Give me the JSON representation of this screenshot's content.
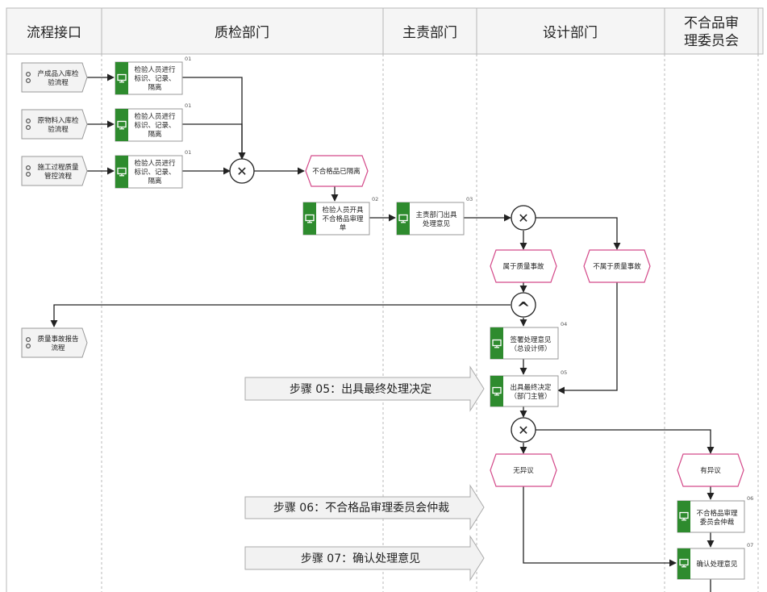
{
  "lanes": [
    {
      "id": "interface",
      "label": "流程接口"
    },
    {
      "id": "qc",
      "label": "质检部门"
    },
    {
      "id": "owner",
      "label": "主责部门"
    },
    {
      "id": "design",
      "label": "设计部门"
    },
    {
      "id": "review",
      "label_line1": "不合品审",
      "label_line2": "理委员会"
    }
  ],
  "interfaces": [
    {
      "id": "if1",
      "line1": "产成品入库检",
      "line2": "验流程"
    },
    {
      "id": "if2",
      "line1": "原物料入库检",
      "line2": "验流程"
    },
    {
      "id": "if3",
      "line1": "施工过程质量",
      "line2": "管控流程"
    },
    {
      "id": "if4",
      "line1": "质量事故报告",
      "line2": "流程"
    }
  ],
  "tasks": [
    {
      "id": "t1a",
      "number": "01",
      "lines": [
        "检验人员进行",
        "标识、记录、",
        "隔离"
      ]
    },
    {
      "id": "t1b",
      "number": "01",
      "lines": [
        "检验人员进行",
        "标识、记录、",
        "隔离"
      ]
    },
    {
      "id": "t1c",
      "number": "01",
      "lines": [
        "检验人员进行",
        "标识、记录、",
        "隔离"
      ]
    },
    {
      "id": "t2",
      "number": "02",
      "lines": [
        "检验人员开具",
        "不合格品审理",
        "单"
      ]
    },
    {
      "id": "t3",
      "number": "03",
      "lines": [
        "主责部门出具",
        "处理意见"
      ]
    },
    {
      "id": "t4",
      "number": "04",
      "lines": [
        "签署处理意见",
        "（总设计师）"
      ]
    },
    {
      "id": "t5",
      "number": "05",
      "lines": [
        "出具最终决定",
        "（部门主管）"
      ]
    },
    {
      "id": "t6",
      "number": "06",
      "lines": [
        "不合格品审理",
        "委员会仲裁"
      ]
    },
    {
      "id": "t7",
      "number": "07",
      "lines": [
        "确认处理意见"
      ]
    }
  ],
  "events": [
    {
      "id": "e1",
      "label": "不合格品已隔离"
    },
    {
      "id": "e2",
      "label": "属于质量事故"
    },
    {
      "id": "e3",
      "label": "不属于质量事故"
    },
    {
      "id": "e4",
      "label": "无异议"
    },
    {
      "id": "e5",
      "label": "有异议"
    }
  ],
  "gateways": [
    {
      "id": "g1",
      "type": "xor",
      "symbol": "✕"
    },
    {
      "id": "g2",
      "type": "xor",
      "symbol": "✕"
    },
    {
      "id": "g3",
      "type": "and",
      "symbol": "^"
    },
    {
      "id": "g4",
      "type": "xor",
      "symbol": "✕"
    }
  ],
  "steps": [
    {
      "id": "s5",
      "label": "步骤 05：出具最终处理决定"
    },
    {
      "id": "s6",
      "label": "步骤 06：不合格品审理委员会仲裁"
    },
    {
      "id": "s7",
      "label": "步骤 07：确认处理意见"
    }
  ],
  "colors": {
    "task_accent": "#2e8b2e",
    "event_border": "#d44a8a",
    "lane_divider": "#b8b8b8",
    "header_bg": "#f5f5f5",
    "arrow": "#222222"
  }
}
